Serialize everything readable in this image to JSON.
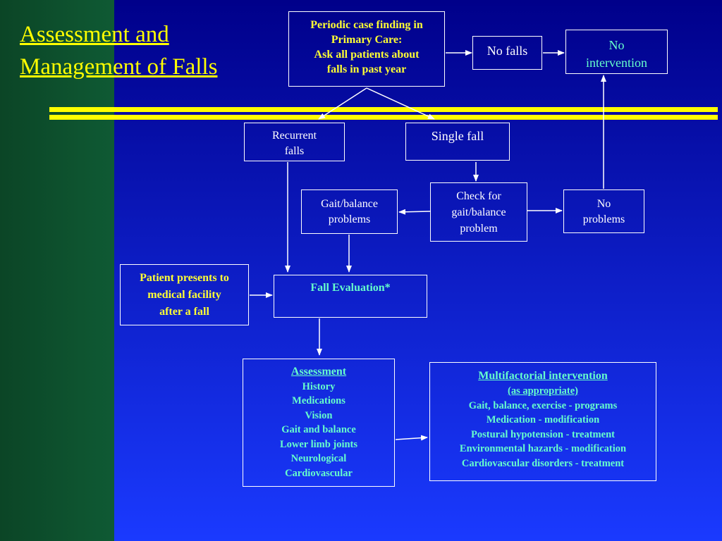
{
  "title": {
    "line1": "Assessment and",
    "line2": "Management of Falls"
  },
  "nodes": {
    "periodic": [
      "Periodic case finding in",
      "Primary Care:",
      "Ask all patients about",
      "falls in past year"
    ],
    "no_falls": "No falls",
    "no_intervention": [
      "No",
      "intervention"
    ],
    "recurrent": [
      "Recurrent",
      "falls"
    ],
    "single_fall": "Single fall",
    "gait_problems": [
      "Gait/balance",
      "problems"
    ],
    "check_gait": [
      "Check for",
      "gait/balance",
      "problem"
    ],
    "no_problems": [
      "No",
      "problems"
    ],
    "patient_presents": [
      "Patient presents to",
      "medical facility",
      "after a fall"
    ],
    "fall_evaluation": "Fall Evaluation*",
    "assessment": {
      "heading": "Assessment",
      "items": [
        "History",
        "Medications",
        "Vision",
        "Gait and balance",
        "Lower limb joints",
        "Neurological",
        "Cardiovascular"
      ]
    },
    "multifactorial": {
      "heading": "Multifactorial intervention",
      "subheading": "(as appropriate)",
      "items": [
        "Gait, balance, exercise - programs",
        "Medication - modification",
        "Postural hypotension - treatment",
        "Environmental hazards - modification",
        "Cardiovascular disorders - treatment"
      ]
    }
  },
  "colors": {
    "title": "#ffff00",
    "cyan_text": "#66ffcc",
    "yellow_text": "#ffff33",
    "rule": "#ffff00",
    "sidebar": "#0f5a34",
    "background": "#1a3aff"
  }
}
